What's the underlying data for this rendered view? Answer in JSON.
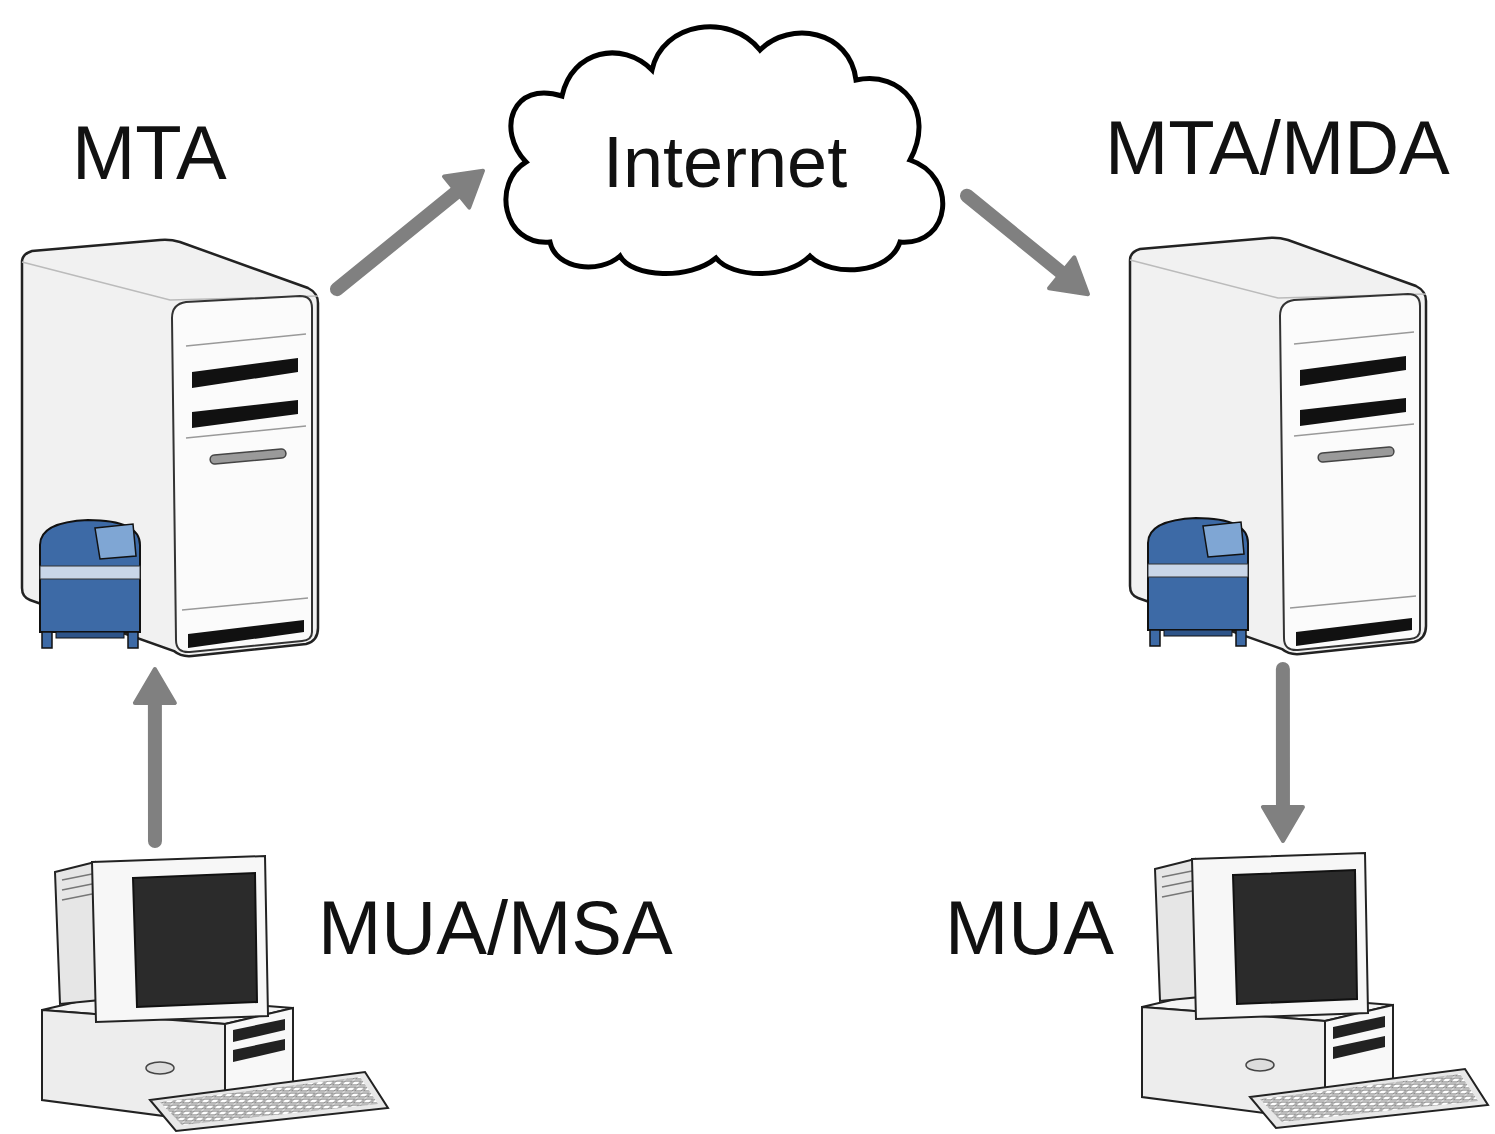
{
  "diagram": {
    "nodes": [
      {
        "text": [
          "MTA"
        ]
      },
      {
        "text": [
          "Internet"
        ]
      },
      {
        "text": [
          "MTA/MDA"
        ]
      },
      {
        "text": [
          "MUA/MSA"
        ]
      },
      {
        "text": [
          "MUA"
        ]
      }
    ],
    "edges": [
      {
        "from": 3,
        "to": 0,
        "arrow": "to"
      },
      {
        "from": 0,
        "to": 1,
        "arrow": "to"
      },
      {
        "from": 1,
        "to": 2,
        "arrow": "to"
      },
      {
        "from": 2,
        "to": 4,
        "arrow": "to"
      }
    ]
  }
}
